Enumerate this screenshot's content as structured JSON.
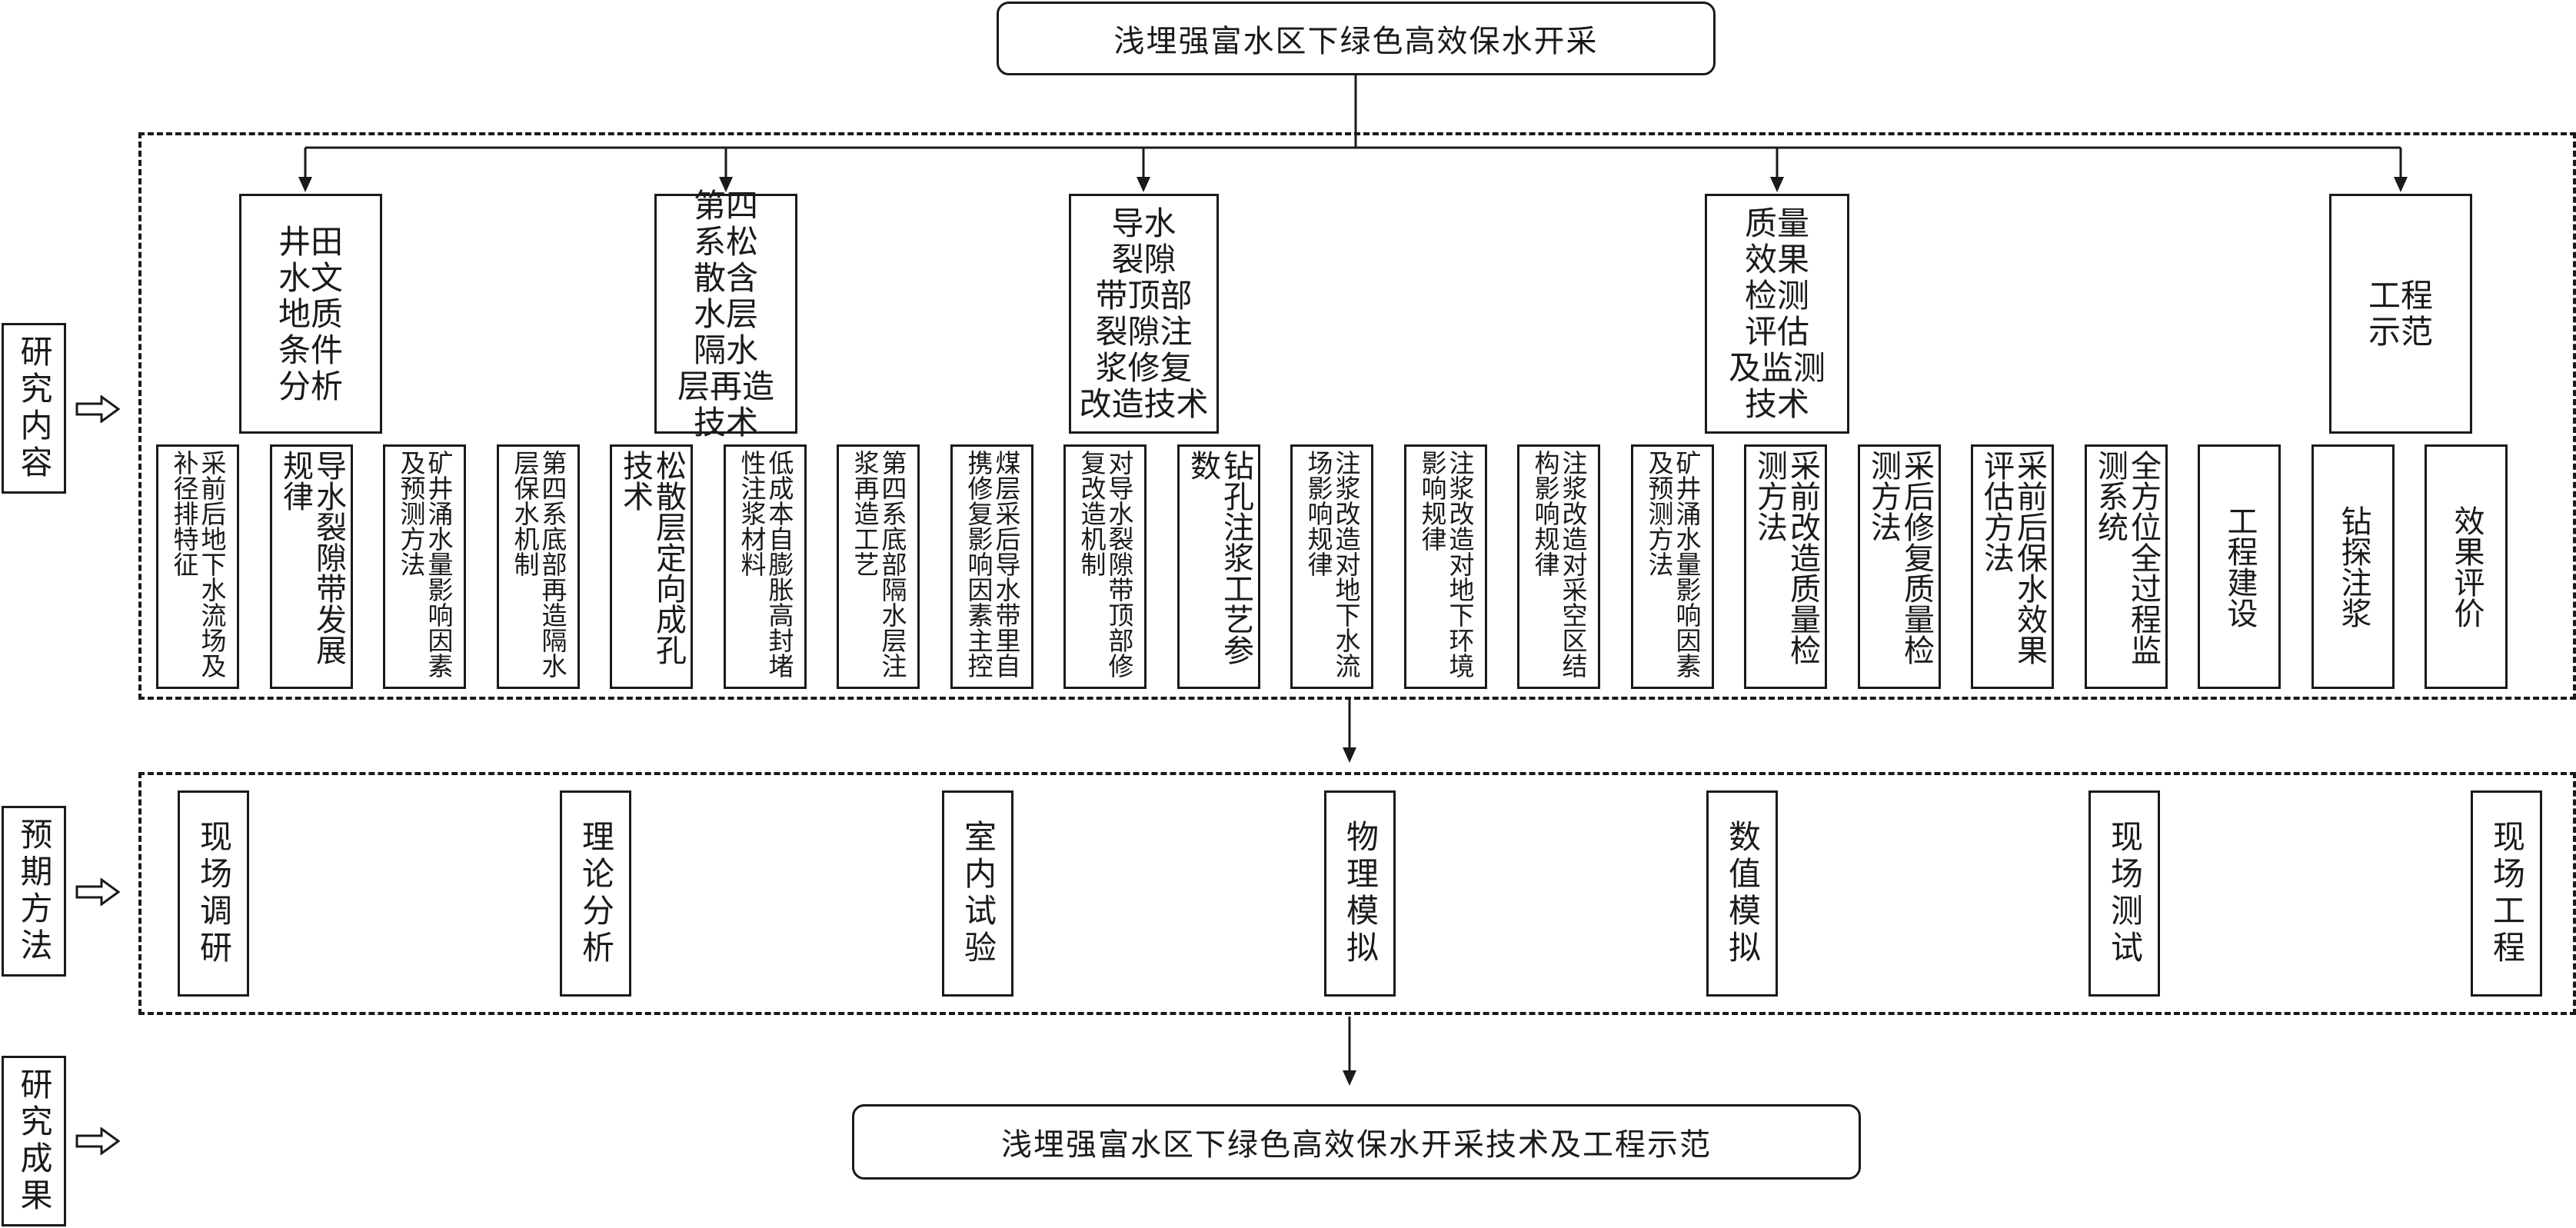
{
  "top_title": "浅埋强富水区下绿色高效保水开采",
  "bottom_title": "浅埋强富水区下绿色高效保水开采技术及工程示范",
  "side_labels": {
    "content": "研究内容",
    "method": "预期方法",
    "result": "研究成果"
  },
  "categories": [
    "井田水文地质条件分析",
    "第四系松散含水层隔水层再造技术",
    "导水裂隙带顶部裂隙注浆修复改造技术",
    "质量效果检测评估及监测技术",
    "工程示范"
  ],
  "sub_items": [
    "采前后地下水流场及补径排特征",
    "导水裂隙带发展规律",
    "矿井涌水量影响因素及预测方法",
    "第四系底部再造隔水层保水机制",
    "松散层定向成孔技术",
    "低成本自膨胀高封堵性注浆材料",
    "第四系底部隔水层注浆再造工艺",
    "煤层采后导水带里自携修复影响因素主控",
    "对导水裂隙带顶部修复改造机制",
    "钻孔注浆工艺参数",
    "注浆改造对地下水流场影响规律",
    "注浆改造对地下环境影响规律",
    "注浆改造对采空区结构影响规律",
    "矿井涌水量影响因素及预测方法",
    "采前改造质量检测方法",
    "采后修复质量检测方法",
    "采前后保水效果评估方法",
    "全方位全过程监测系统",
    "工程建设",
    "钻探注浆",
    "效果评价"
  ],
  "methods": [
    "现场调研",
    "理论分析",
    "室内试验",
    "物理模拟",
    "数值模拟",
    "现场测试",
    "现场工程"
  ]
}
